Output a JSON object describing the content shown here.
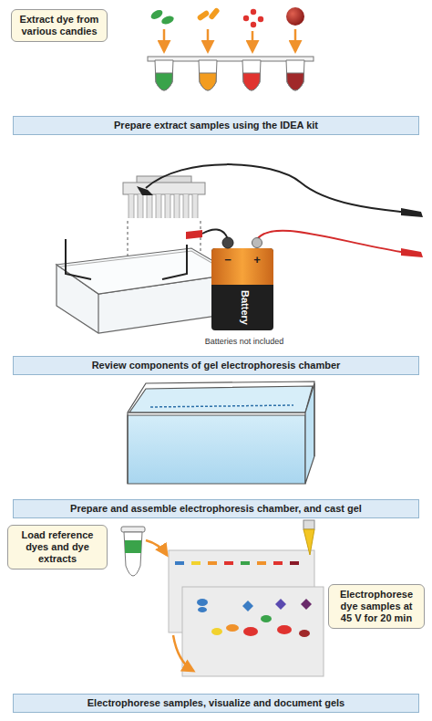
{
  "diagram": {
    "nodes": [
      {
        "text": [
          "Extract dye from various candies"
        ]
      },
      {
        "text": [
          "Prepare extract samples using the IDEA kit"
        ]
      },
      {
        "text": [
          "Review components of gel electrophoresis chamber"
        ]
      },
      {
        "text": [
          "Prepare and assemble electrophoresis chamber, and cast gel"
        ]
      },
      {
        "text": [
          "Load reference dyes and dye extracts"
        ]
      },
      {
        "text": [
          "Electrophorese dye samples at 45 V for 20 min"
        ]
      },
      {
        "text": [
          "Electrophorese samples, visualize and document gels"
        ]
      }
    ],
    "labels": [
      "−",
      "+",
      "Battery",
      "Batteries not included"
    ]
  }
}
